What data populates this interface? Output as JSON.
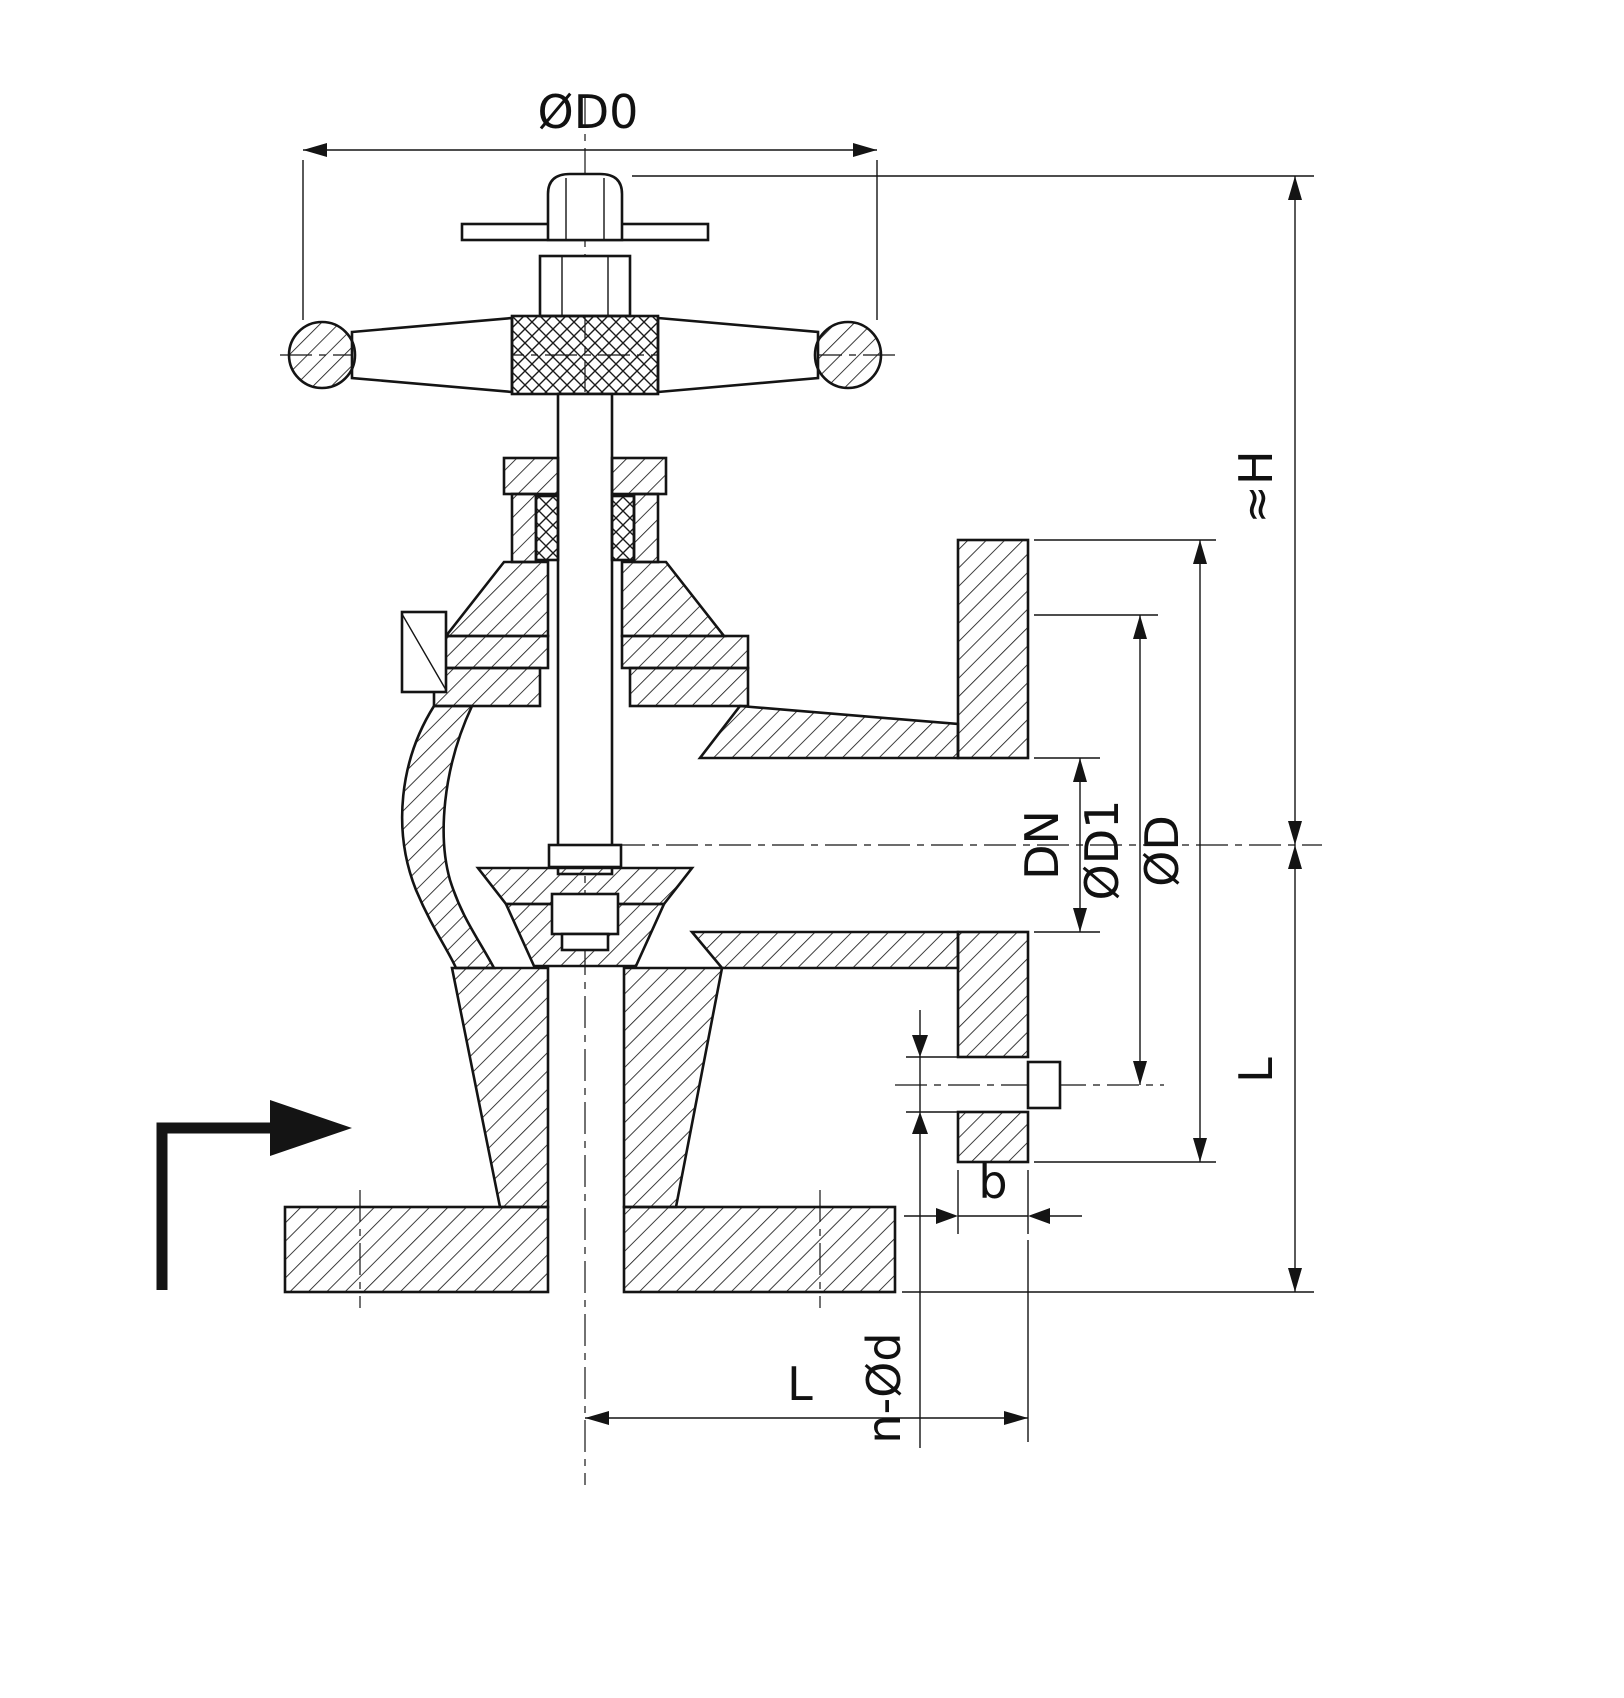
{
  "drawing": {
    "title": "Flanged angle globe valve - sectional drawing with handwheel",
    "labels": {
      "d0": "ØD0",
      "h": "≈H",
      "dn": "DN",
      "d1": "ØD1",
      "d": "ØD",
      "l_side": "L",
      "b": "b",
      "n_d": "n-Ød",
      "l_bottom": "L"
    },
    "colors": {
      "line": "#141414",
      "background": "#ffffff"
    }
  }
}
